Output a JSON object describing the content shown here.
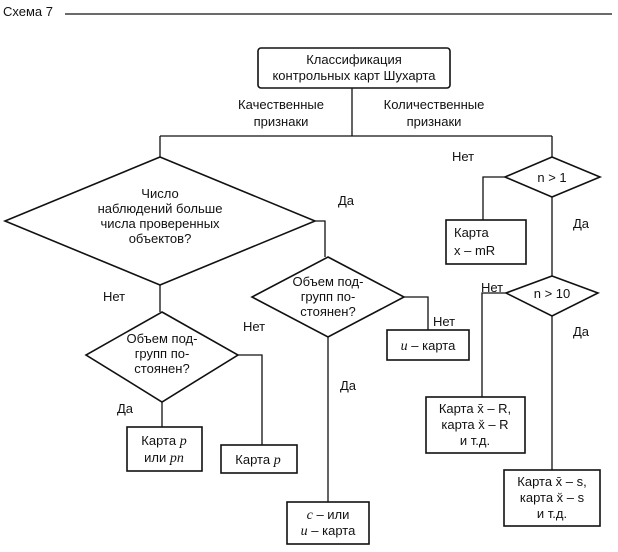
{
  "header": {
    "label": "Схема 7"
  },
  "nodes": {
    "root": {
      "line1": "Классификация",
      "line2": "контрольных карт Шухарта"
    },
    "count_question": {
      "line1": "Число",
      "line2": "наблюдений больше",
      "line3": "числа проверенных",
      "line4": "объектов?"
    },
    "subgroup_left": {
      "line1": "Объем под-",
      "line2": "групп по-",
      "line3": "стоянен?"
    },
    "subgroup_center": {
      "line1": "Объем под-",
      "line2": "групп по-",
      "line3": "стоянен?"
    },
    "n_gt_1": {
      "label": "n > 1"
    },
    "n_gt_10": {
      "label": "n > 10"
    },
    "card_p": {
      "prefix1": "Карта ",
      "var1": "p",
      "prefix2": "или ",
      "var2": "pn"
    },
    "card_p2": {
      "prefix": "Карта ",
      "var": "p"
    },
    "card_u": {
      "var": "u",
      "suffix": " – карта"
    },
    "card_cu": {
      "var1": "c",
      "suffix1": " – или",
      "var2": "u",
      "suffix2": " – карта"
    },
    "card_xmr": {
      "line1": "Карта",
      "line2": "x – mR"
    },
    "card_xr": {
      "line1": "Карта x̄  – R,",
      "line2": "карта x̆  – R",
      "line3": "и т.д."
    },
    "card_xs": {
      "line1": "Карта x̄  – s,",
      "line2": "карта x̆  – s",
      "line3": "и т.д."
    }
  },
  "edge_labels": {
    "qualitative_line1": "Качественные",
    "qualitative_line2": "признаки",
    "quantitative_line1": "Количественные",
    "quantitative_line2": "признаки",
    "no": "Нет",
    "yes": "Да"
  }
}
